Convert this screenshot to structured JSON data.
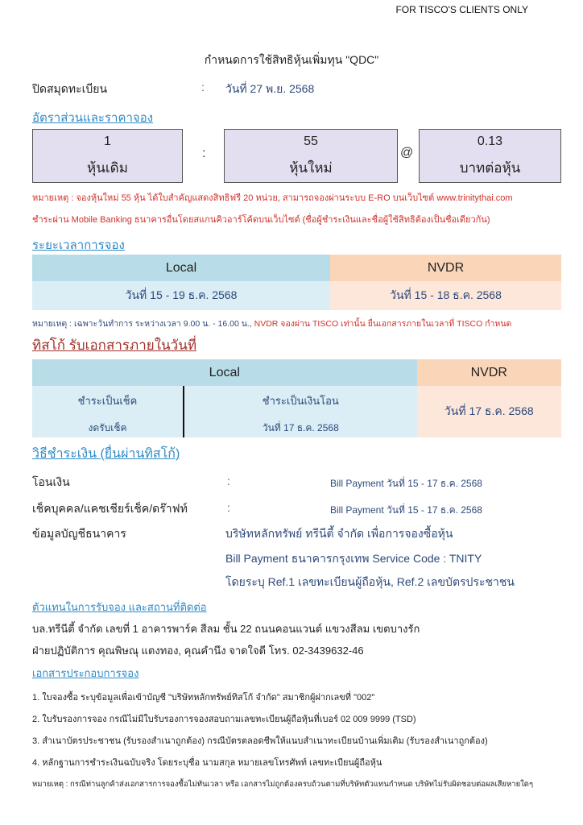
{
  "header": {
    "clients_only": "FOR TISCO'S CLIENTS ONLY",
    "title": "กำหนดการใช้สิทธิหุ้นเพิ่มทุน  \"QDC\""
  },
  "book_closing": {
    "label": "ปิดสมุดทะเบียน",
    "colon": ":",
    "value": "วันที่  27 พ.ย. 2568"
  },
  "ratio": {
    "heading": "อัตราส่วนและราคาจอง",
    "boxes": [
      {
        "number": "1",
        "label": "หุ้นเดิม"
      },
      {
        "number": "55",
        "label": "หุ้นใหม่"
      },
      {
        "number": "0.13",
        "label": "บาทต่อหุ้น"
      }
    ],
    "separator_colon": ":",
    "separator_at": "@",
    "note_1": "หมายเหตุ : จองหุ้นใหม่ 55 หุ้น ได้ใบสำคัญแสดงสิทธิฟรี 20 หน่วย, สามารถจองผ่านระบบ E-RO บนเว็บไซต์  www.trinitythai.com",
    "note_2": "ชำระผ่าน Mobile Banking ธนาคารอื่นโดยสแกนคิวอาร์โค้ดบนเว็บไซต์ (ชื่อผู้ชำระเงินและชื่อผู้ใช้สิทธิต้องเป็นชื่อเดียวกัน)"
  },
  "subscription_period": {
    "heading": "ระยะเวลาการจอง",
    "columns": [
      "Local",
      "NVDR"
    ],
    "values": [
      "วันที่ 15 - 19 ธ.ค. 2568",
      "วันที่ 15 - 18 ธ.ค. 2568"
    ],
    "note_dark": "หมายเหตุ : เฉพาะวันทำการ ระหว่างเวลา  9.00 น. - 16.00 น., ",
    "note_red": "NVDR จองผ่าน TISCO เท่านั้น ยื่นเอกสารภายในเวลาที่ TISCO กำหนด"
  },
  "document_deadline": {
    "heading": "ทิสโก้ รับเอกสารภายในวันที่",
    "columns": [
      "Local",
      "NVDR"
    ],
    "local_sub": [
      {
        "title": "ชำระเป็นเช็ค",
        "value": "งดรับเช็ค"
      },
      {
        "title": "ชำระเป็นเงินโอน",
        "value": "วันที่ 17 ธ.ค. 2568"
      }
    ],
    "nvdr_value": "วันที่ 17 ธ.ค. 2568"
  },
  "payment": {
    "heading": "วิธีชำระเงิน (ยื่นผ่านทิสโก้)",
    "rows": [
      {
        "label": "โอนเงิน",
        "colon": ":",
        "value": "Bill Payment วันที่ 15 - 17 ธ.ค. 2568"
      },
      {
        "label": "เช็คบุคคล/แคชเชียร์เช็ค/ดร๊าฟท์",
        "colon": ":",
        "value": "Bill Payment วันที่ 15 - 17 ธ.ค. 2568"
      }
    ],
    "bank_label": "ข้อมูลบัญชีธนาคาร",
    "bank_lines": [
      "บริษัทหลักทรัพย์ ทรีนีตี้ จำกัด เพื่อการจองซื้อหุ้น",
      "Bill Payment  ธนาคารกรุงเทพ Service Code : TNITY",
      "โดยระบุ Ref.1 เลขทะเบียนผู้ถือหุ้น, Ref.2 เลขบัตรประชาชน"
    ]
  },
  "agent": {
    "heading": "ตัวแทนในการรับจอง และสถานที่ติดต่อ",
    "lines": [
      "บล.ทรีนีตี้ จำกัด เลขที่ 1 อาคารพาร์ค สีลม ชั้น 22 ถนนคอนแวนต์ แขวงสีลม เขตบางรัก",
      "ฝ่ายปฏิบัติการ คุณพิษณุ แตงทอง, คุณคำนึง จาดใจดี โทร. 02-3439632-46"
    ]
  },
  "documents": {
    "heading": "เอกสารประกอบการจอง",
    "items": [
      "1. ใบจองซื้อ ระบุข้อมูลเพื่อเข้าบัญชี \"บริษัทหลักทรัพย์ทิสโก้ จำกัด\" สมาชิกผู้ฝากเลขที่ \"002\"",
      "2. ใบรับรองการจอง กรณีไม่มีใบรับรองการจองสอบถามเลขทะเบียนผู้ถือหุ้นที่เบอร์ 02 009 9999 (TSD)",
      "3. สำเนาบัตรประชาชน (รับรองสำเนาถูกต้อง) กรณีบัตรตลอดชีพให้แนบสำเนาทะเบียนบ้านเพิ่มเติม (รับรองสำเนาถูกต้อง)",
      "4. หลักฐานการชำระเงินฉบับจริง โดยระบุชื่อ นามสกุล หมายเลขโทรศัพท์ เลขทะเบียนผู้ถือหุ้น"
    ],
    "note": "หมายเหตุ : กรณีท่านลูกค้าส่งเอกสารการจองซื้อไม่ทันเวลา หรือ เอกสารไม่ถูกต้องครบถ้วนตามที่บริษัทตัวแทนกำหนด บริษัทไม่รับผิดชอบต่อผลเสียหายใดๆ"
  },
  "colors": {
    "local_header": "#b8dde8",
    "local_cell": "#dbeef5",
    "nvdr_header": "#fbd5b8",
    "nvdr_cell": "#fde7da",
    "ratio_box": "#e4dff0",
    "heading_blue": "#2f8ac6",
    "heading_red": "#a0302a",
    "note_red": "#d0302a",
    "value_blue": "#2e4a7a"
  }
}
